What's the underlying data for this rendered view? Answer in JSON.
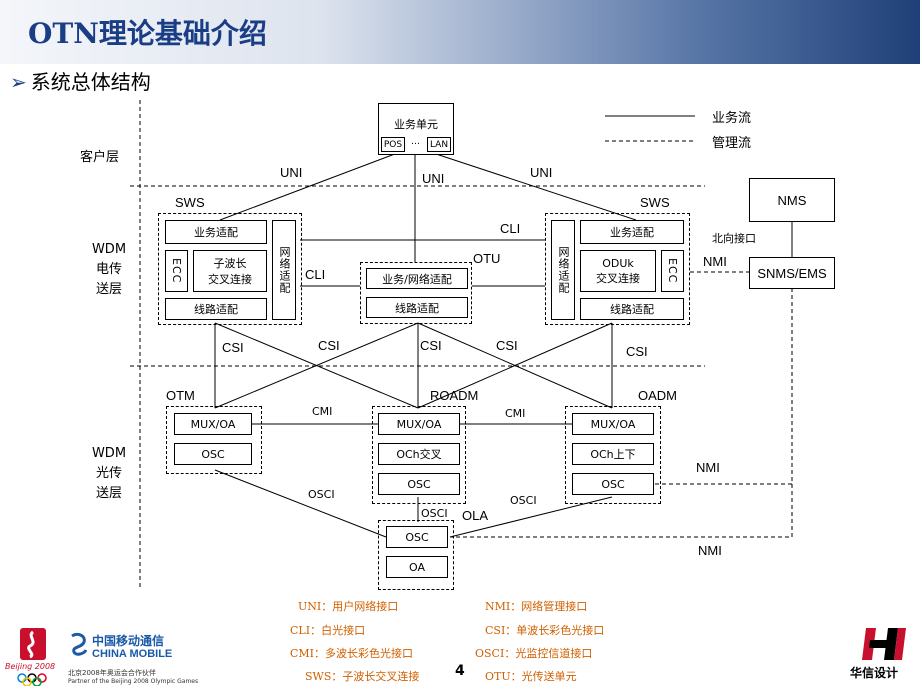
{
  "header": {
    "title": "OTN理论基础介绍"
  },
  "section": {
    "arrow": "➢",
    "title": "系统总体结构"
  },
  "legend": {
    "service_flow": "业务流",
    "management_flow": "管理流"
  },
  "layers": {
    "client": "客户层",
    "wdm_electrical": [
      "WDM",
      "电传",
      "送层"
    ],
    "wdm_optical": [
      "WDM",
      "光传",
      "送层"
    ]
  },
  "service_unit": {
    "label": "业务单元",
    "pos": "POS",
    "dots": "…",
    "lan": "LAN"
  },
  "interfaces": {
    "uni": "UNI",
    "sws": "SWS",
    "cli": "CLI",
    "otu": "OTU",
    "nmi": "NMI",
    "csi": "CSI",
    "cmi": "CMI",
    "osci": "OSCI",
    "north_interface": "北向接口"
  },
  "nodes": {
    "nms": "NMS",
    "snms_ems": "SNMS/EMS",
    "otm": "OTM",
    "roadm": "ROADM",
    "oadm": "OADM",
    "ola": "OLA"
  },
  "sws_left": {
    "service_adapt": "业务适配",
    "ecc": "ECC",
    "cross_1": "子波长",
    "cross_2": "交叉连接",
    "line_adapt": "线路适配",
    "nm_adapt": "网络适配"
  },
  "otu_mid": {
    "adapt": "业务/网络适配",
    "line_adapt": "线路适配"
  },
  "sws_right": {
    "service_adapt": "业务适配",
    "cross_1": "ODUk",
    "cross_2": "交叉连接",
    "ecc": "ECC",
    "line_adapt": "线路适配",
    "nm_adapt": "网络适配"
  },
  "otm_box": {
    "mux": "MUX/OA",
    "osc": "OSC"
  },
  "roadm_box": {
    "mux": "MUX/OA",
    "och": "OCh交叉",
    "osc": "OSC"
  },
  "oadm_box": {
    "mux": "MUX/OA",
    "och": "OCh上下",
    "osc": "OSC"
  },
  "ola_box": {
    "osc": "OSC",
    "oa": "OA"
  },
  "footer": {
    "left": [
      "UNI：用户网络接口",
      "CLI：白光接口",
      "CMI：多波长彩色光接口",
      "SWS：子波长交叉连接"
    ],
    "right": [
      "NMI：网络管理接口",
      "CSI：单波长彩色光接口",
      "OSCI：光监控信道接口",
      "OTU：光传送单元"
    ],
    "page": "4"
  },
  "logos": {
    "cm_cn": "中国移动通信",
    "cm_en": "CHINA MOBILE",
    "cm_partner_cn": "北京2008年奥运会合作伙伴",
    "cm_partner_en": "Partner of the Beijing 2008 Olympic Games",
    "beijing": "Beijing 2008",
    "hx": "华信设计"
  },
  "colors": {
    "title": "#1a3e86",
    "footer": "#d06000"
  }
}
